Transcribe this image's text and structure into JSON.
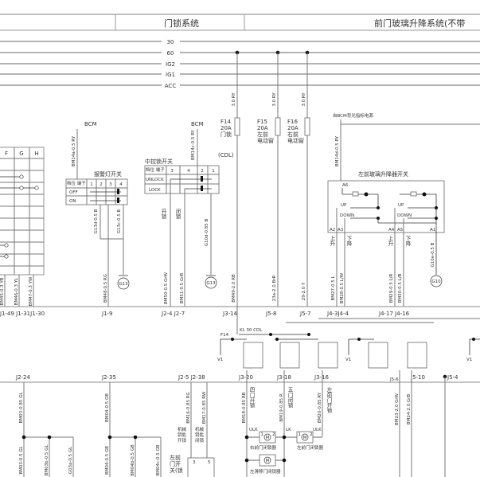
{
  "header": {
    "door_lock_title": "门锁系统",
    "window_title": "前门玻璃升降系统(不带"
  },
  "power_buses": [
    "30",
    "60",
    "IG2",
    "IG1",
    "ACC"
  ],
  "fuses": [
    {
      "id": "F14",
      "rating": "20A",
      "name": [
        "门锁"
      ]
    },
    {
      "id": "F15",
      "rating": "20A",
      "name": [
        "左前",
        "电动窗"
      ]
    },
    {
      "id": "F16",
      "rating": "20A",
      "name": [
        "右前",
        "电动窗"
      ]
    }
  ],
  "fuse_wires": [
    "3.0 RY",
    "3.0 RY",
    "3.0 RY"
  ],
  "cdl": "(CDL)",
  "bcm": "BCM",
  "backlight_source": "自BCM背光指标电源",
  "left_grid_headers": [
    "F",
    "G",
    "H"
  ],
  "alarm_switch": {
    "title": "报警灯开关",
    "corner": "档位 端子",
    "pins": [
      "1",
      "2",
      "3",
      "4"
    ],
    "rows": [
      "OFF",
      "ON"
    ]
  },
  "central_lock_switch": {
    "title": "中控锁开关",
    "corner": "档位 端子",
    "pins": [
      "3",
      "4",
      "2",
      "1"
    ],
    "rows": [
      "UNLOCK",
      "LOCK"
    ],
    "unlock": "开锁",
    "lock": "闭锁"
  },
  "window_switch": {
    "title": "左前玻璃升降器开关",
    "pins": {
      "a6": "A6",
      "a2": "A2",
      "a3": "A3",
      "a4": "A4",
      "a5": "A5",
      "a1": "A1"
    },
    "up": "UP",
    "down": "DOWN",
    "raise": "上升",
    "lower": "下降"
  },
  "upper_wires": {
    "bm14a": "BM14a-0.5 RY",
    "bm14c": "BM14c-0.5 RY",
    "bm14d": "BM14d-0.5 RY",
    "g13d": "G13d-0.5 B",
    "g13c": "G13c-0.5 B",
    "g10d": "G10d-0.85 B",
    "g10e": "G10e-0.5 B",
    "bm45": "BM45-0.3 YB",
    "bm46": "BM46-0.3 YL",
    "bm47": "BM47-0.3 YW",
    "bm48": "BM48-0.5 RG",
    "bm50": "BM50-0.5 GrW",
    "bm51": "BM51-0.5 GrB",
    "bm49": "BM49-2.0 RB",
    "w23a": "23a-2.0 BrR",
    "w29": "29-2.0 Y",
    "bm27": "BM27-0.5 L",
    "bm28": "BM28-0.5 L/W",
    "bm29": "BM29-0.5 L/R",
    "bm30": "BM30-0.5 L/B"
  },
  "grounds": [
    "G13",
    "G13",
    "G10"
  ],
  "upper_connectors": [
    "J1-49 J1-31J1-30",
    "J1-9",
    "J2-4  J2-7",
    "J3-14",
    "J5-8",
    "J5-7",
    "J4-3J4-4",
    "J4-17  J4-16"
  ],
  "relay_area": {
    "f14": "F14",
    "kl30": "KL 30 CDL",
    "v1": "V1"
  },
  "lower_connectors": [
    "J2-24",
    "J2-35",
    "J2-5  J2-38",
    "J3-20",
    "J3-18",
    "J3-16",
    "J5-6",
    "J5-10",
    "J5-4"
  ],
  "lower_wires": {
    "bm03": "BM03-0.85 GL",
    "bm04": "BM04-0.5 GB",
    "bm16": "BM16-0.85 RG",
    "bm17": "BM17-0.85 RW",
    "bm18": "BM18-0.85 RB",
    "bm19": "BM19-0.85 R",
    "bm20": "BM20-0.85 RY",
    "bm23": "BM23-2.0 GrW",
    "bm24": "BM24-2.0 GrB",
    "bm03a": "BM03-0.5 GL",
    "bm03b": "BM03b-0.5 GL",
    "g03a": "G03a-0.5 GL",
    "bm04a": "BM04-0.5 GB",
    "bm04b": "BM04b-0.5 GB",
    "bm04c": "BM04c-0.5 GB"
  },
  "lower_labels": {
    "mech_unlock": [
      "机械",
      "钥匙",
      "开锁"
    ],
    "mech_lock": [
      "机械",
      "钥匙",
      "闭锁"
    ],
    "four_door_unlock": "四门开锁",
    "five_door_lock": "五门闭锁",
    "lf_door_unlock": "左前门开锁",
    "lf_door_switch": [
      "左前",
      "门开",
      "关(锁"
    ],
    "switch_pins": [
      "3",
      "5"
    ],
    "ulk": "ULK",
    "lk": "LK",
    "motor": "M",
    "motor_pins": [
      "1",
      "2"
    ],
    "rf_actuator": "右前门闭锁器",
    "lf_actuator": "左前门闭锁器",
    "ls_actuator": "左滑移门闭锁器"
  }
}
